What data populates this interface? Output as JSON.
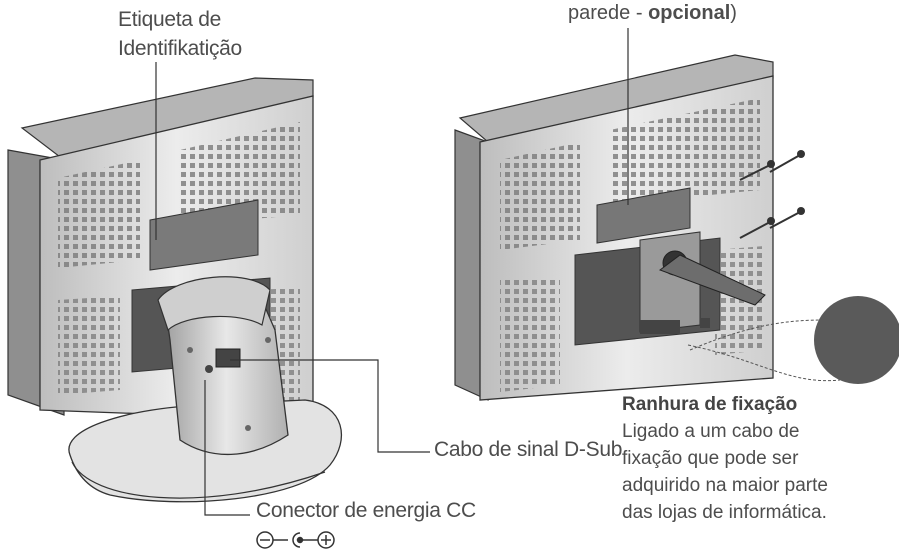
{
  "labels": {
    "identification_line1": "Etiqueta de",
    "identification_line2": "Identifikatição",
    "wall_mount_prefix": "parede - ",
    "wall_mount_bold": "opcional",
    "wall_mount_suffix": ")",
    "dsub_cable": "Cabo de sinal D-Sub",
    "dc_connector": "Conector de energia CC",
    "lock_slot_title": "Ranhura de fixação",
    "lock_slot_line1": "Ligado a um cabo de",
    "lock_slot_line2": "fixação que pode ser",
    "lock_slot_line3": "adquirido na maior parte",
    "lock_slot_line4": "das lojas de informática."
  },
  "colors": {
    "text": "#4d4d4d",
    "line": "#333333",
    "monitor_fill": "#d9d9d9",
    "monitor_dark": "#8c8c8c"
  }
}
